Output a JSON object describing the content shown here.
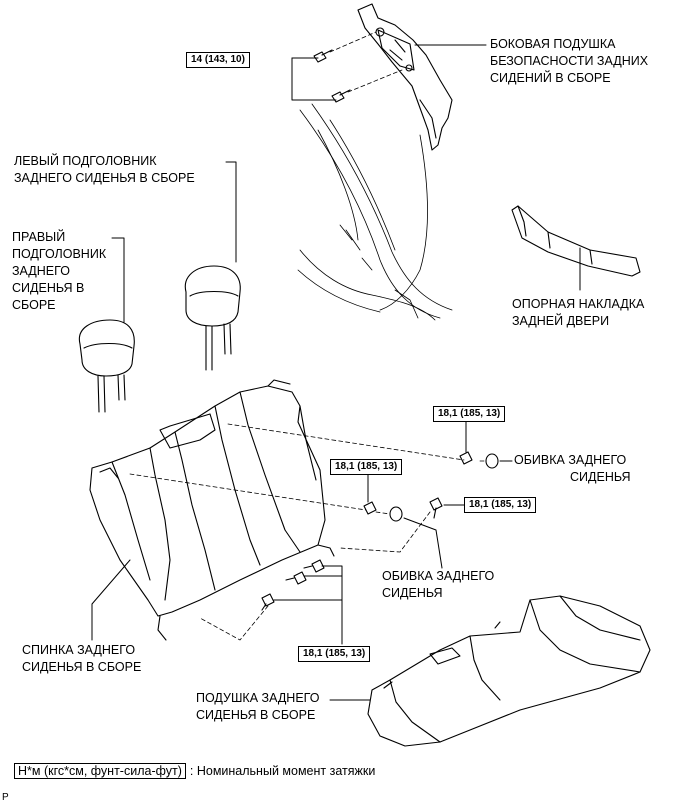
{
  "labels": {
    "side_airbag": [
      "БОКОВАЯ ПОДУШКА",
      "БЕЗОПАСНОСТИ ЗАДНИХ",
      "СИДЕНИЙ В СБОРЕ"
    ],
    "left_headrest": [
      "ЛЕВЫЙ ПОДГОЛОВНИК",
      "ЗАДНЕГО СИДЕНЬЯ В СБОРЕ"
    ],
    "right_headrest": [
      "ПРАВЫЙ",
      "ПОДГОЛОВНИК",
      "ЗАДНЕГО",
      "СИДЕНЬЯ В",
      "СБОРЕ"
    ],
    "door_scuff": [
      "ОПОРНАЯ НАКЛАДКА",
      "ЗАДНЕЙ ДВЕРИ"
    ],
    "trim_upper": [
      "ОБИВКА ЗАДНЕГО",
      "СИДЕНЬЯ"
    ],
    "trim_lower": [
      "ОБИВКА ЗАДНЕГО",
      "СИДЕНЬЯ"
    ],
    "seatback": [
      "СПИНКА ЗАДНЕГО",
      "СИДЕНЬЯ В СБОРЕ"
    ],
    "cushion": [
      "ПОДУШКА ЗАДНЕГО",
      "СИДЕНЬЯ В СБОРЕ"
    ]
  },
  "torque": {
    "t1": "14 (143, 10)",
    "t2": "18,1 (185, 13)",
    "t3": "18,1 (185, 13)",
    "t4": "18,1 (185, 13)",
    "t5": "18,1 (185, 13)"
  },
  "legend": {
    "unit": "Н*м (кгс*см, фунт-сила-фут)",
    "desc": ": Номинальный момент затяжки"
  },
  "corner_mark": "P"
}
